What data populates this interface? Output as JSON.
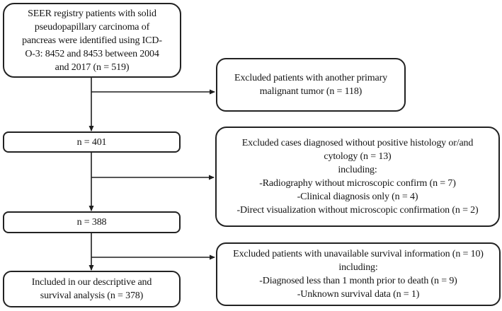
{
  "diagram": {
    "type": "flowchart",
    "colors": {
      "background": "#ffffff",
      "border": "#222222",
      "text": "#141414",
      "arrow": "#1e1e1e"
    },
    "nodes": {
      "seer": {
        "lines": [
          "SEER registry patients with solid",
          "pseudopapillary carcinoma of",
          "pancreas were identified using ICD-",
          "O-3: 8452 and 8453 between 2004",
          "and 2017 (n = 519)"
        ]
      },
      "excluded_primary": {
        "lines": [
          "Excluded patients with another primary",
          "malignant tumor (n = 118)"
        ]
      },
      "n401": {
        "label": "n = 401"
      },
      "excluded_histology": {
        "lines": [
          "Excluded cases diagnosed without positive histology or/and",
          "cytology (n = 13)",
          "including:",
          "-Radiography without microscopic confirm (n = 7)",
          "-Clinical diagnosis only (n = 4)",
          "-Direct visualization without microscopic confirmation (n = 2)"
        ]
      },
      "n388": {
        "label": "n = 388"
      },
      "excluded_survival": {
        "lines": [
          "Excluded patients with unavailable survival information (n = 10)",
          "including:",
          "-Diagnosed less than 1 month prior to death (n = 9)",
          "-Unknown survival data (n = 1)"
        ]
      },
      "included": {
        "lines": [
          "Included in our descriptive and",
          "survival analysis (n = 378)"
        ]
      }
    },
    "edges": [
      {
        "from": "seer",
        "to": "n401"
      },
      {
        "from": "seer",
        "to": "excluded_primary"
      },
      {
        "from": "n401",
        "to": "n388"
      },
      {
        "from": "n401",
        "to": "excluded_histology"
      },
      {
        "from": "n388",
        "to": "included"
      },
      {
        "from": "n388",
        "to": "excluded_survival"
      }
    ]
  }
}
